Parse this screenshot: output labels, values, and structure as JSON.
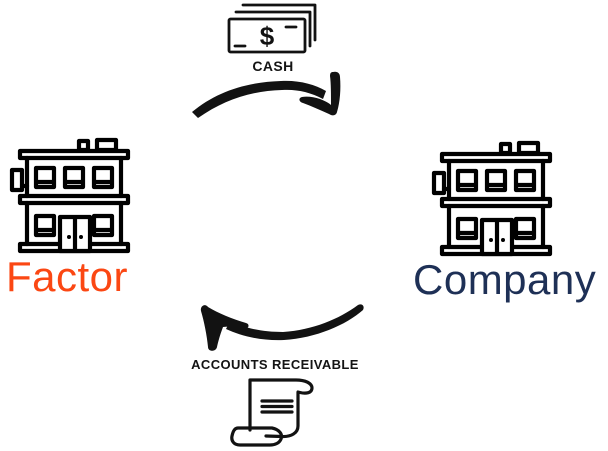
{
  "diagram": {
    "background_color": "#ffffff",
    "arrow_color": "#121212",
    "factor": {
      "label": "Factor",
      "color": "#FB4713",
      "icon": "building-icon"
    },
    "company": {
      "label": "Company",
      "color": "#1E3056",
      "icon": "building-icon"
    },
    "cash_flow": {
      "label": "CASH",
      "currency_symbol": "$",
      "icon": "cash-icon",
      "direction": "factor-to-company"
    },
    "receivable_flow": {
      "label": "ACCOUNTS RECEIVABLE",
      "icon": "scroll-icon",
      "direction": "company-to-factor"
    }
  }
}
